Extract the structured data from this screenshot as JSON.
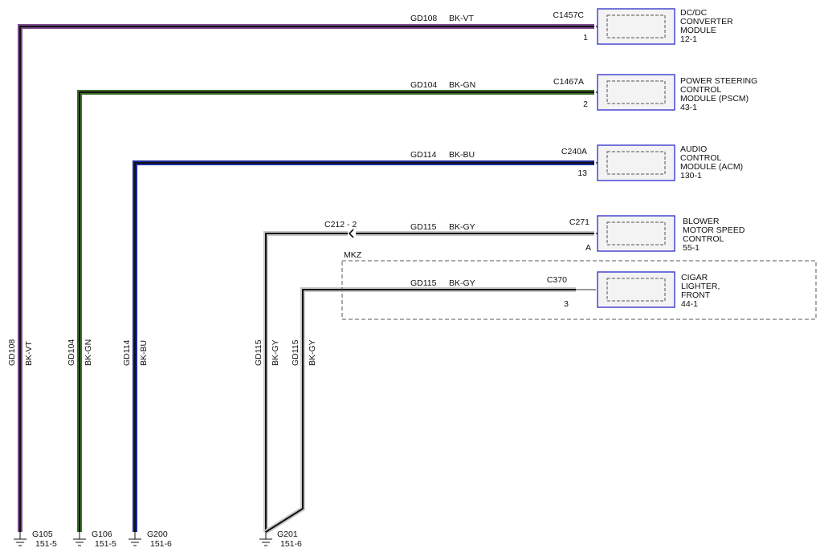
{
  "colors": {
    "violet": "#7a4a8a",
    "green": "#3c6e2a",
    "blue": "#1c2a9c",
    "gray": "#c8c8c8",
    "wire_core": "#111111",
    "module_border": "#3a3ad0",
    "module_fill": "#f3f3f3"
  },
  "wires": [
    {
      "circuit": "GD108",
      "color_code": "BK-VT",
      "connector": "C1457C",
      "pin": "1",
      "module": {
        "line1": "DC/DC",
        "line2": "CONVERTER",
        "line3": "MODULE",
        "line4": "12-1"
      },
      "ground": {
        "id": "G105",
        "ref": "151-5"
      }
    },
    {
      "circuit": "GD104",
      "color_code": "BK-GN",
      "connector": "C1467A",
      "pin": "2",
      "module": {
        "line1": "POWER STEERING",
        "line2": "CONTROL",
        "line3": "MODULE (PSCM)",
        "line4": "43-1"
      },
      "ground": {
        "id": "G106",
        "ref": "151-5"
      }
    },
    {
      "circuit": "GD114",
      "color_code": "BK-BU",
      "connector": "C240A",
      "pin": "13",
      "module": {
        "line1": "AUDIO",
        "line2": "CONTROL",
        "line3": "MODULE (ACM)",
        "line4": "130-1"
      },
      "ground": {
        "id": "G200",
        "ref": "151-6"
      }
    },
    {
      "circuit": "GD115",
      "color_code": "BK-GY",
      "connector": "C271",
      "pin": "A",
      "inline_connector": "C212 - 2",
      "module": {
        "line1": "BLOWER",
        "line2": "MOTOR SPEED",
        "line3": "CONTROL",
        "line4": "55-1"
      }
    },
    {
      "circuit": "GD115",
      "color_code": "BK-GY",
      "connector": "C370",
      "pin": "3",
      "module": {
        "line1": "CIGAR",
        "line2": "LIGHTER,",
        "line3": "FRONT",
        "line4": "44-1"
      }
    }
  ],
  "option_box": {
    "label": "MKZ"
  },
  "shared_ground": {
    "id": "G201",
    "ref": "151-6"
  }
}
